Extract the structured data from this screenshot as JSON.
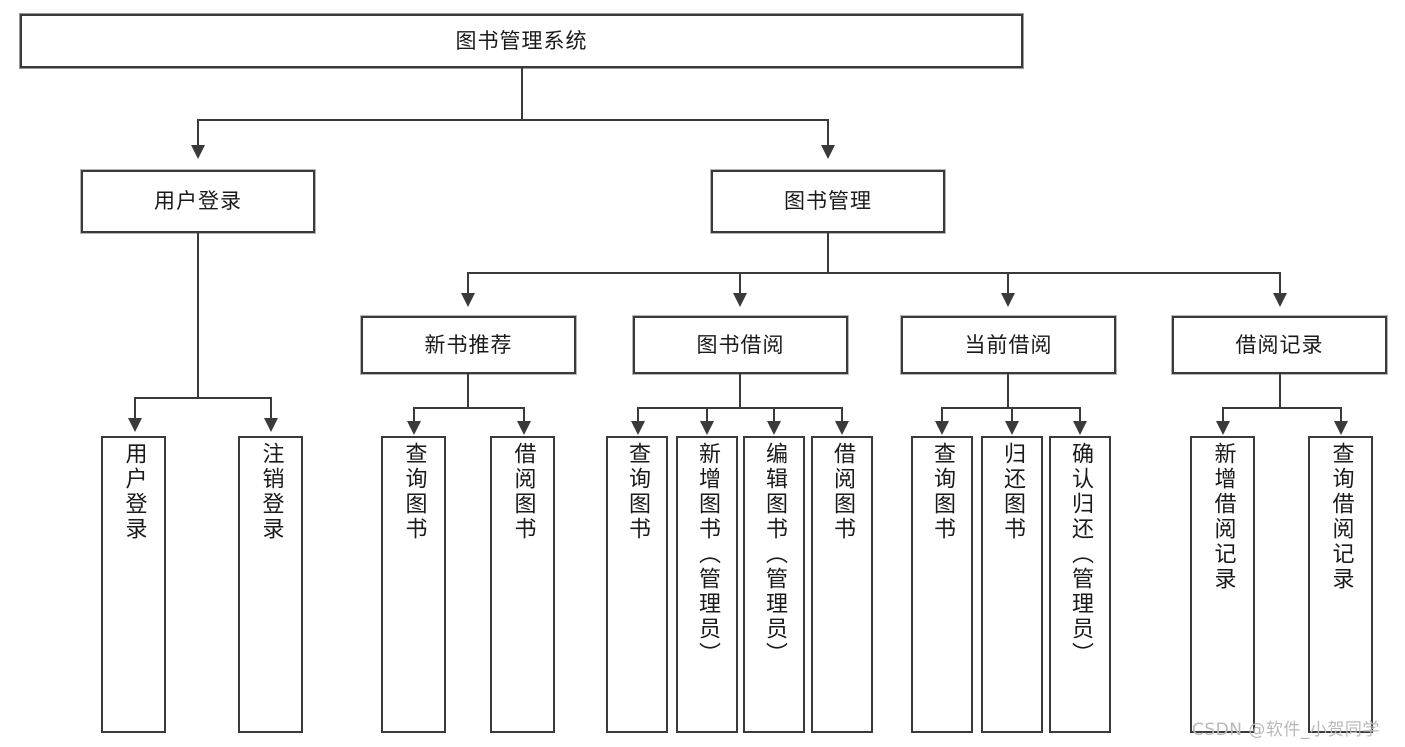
{
  "diagram": {
    "title": "图书管理系统",
    "type": "tree-hierarchy-diagram",
    "root": {
      "label": "图书管理系统"
    },
    "level1": [
      {
        "label": "用户登录"
      },
      {
        "label": "图书管理"
      }
    ],
    "level2": [
      {
        "label": "新书推荐"
      },
      {
        "label": "图书借阅"
      },
      {
        "label": "当前借阅"
      },
      {
        "label": "借阅记录"
      }
    ],
    "leaves": [
      {
        "label": "用户登录"
      },
      {
        "label": "注销登录"
      },
      {
        "label": "查询图书"
      },
      {
        "label": "借阅图书"
      },
      {
        "label": "查询图书"
      },
      {
        "label": "新增图书（管理员）"
      },
      {
        "label": "编辑图书（管理员）"
      },
      {
        "label": "借阅图书"
      },
      {
        "label": "查询图书"
      },
      {
        "label": "归还图书"
      },
      {
        "label": "确认归还（管理员）"
      },
      {
        "label": "新增借阅记录"
      },
      {
        "label": "查询借阅记录"
      }
    ]
  },
  "watermark": {
    "text": "CSDN @软件_小贺同学"
  },
  "colors": {
    "stroke": "#3a3a3a",
    "background": "#ffffff",
    "text": "#1a1a1a",
    "watermark": "#b9b9b9"
  }
}
